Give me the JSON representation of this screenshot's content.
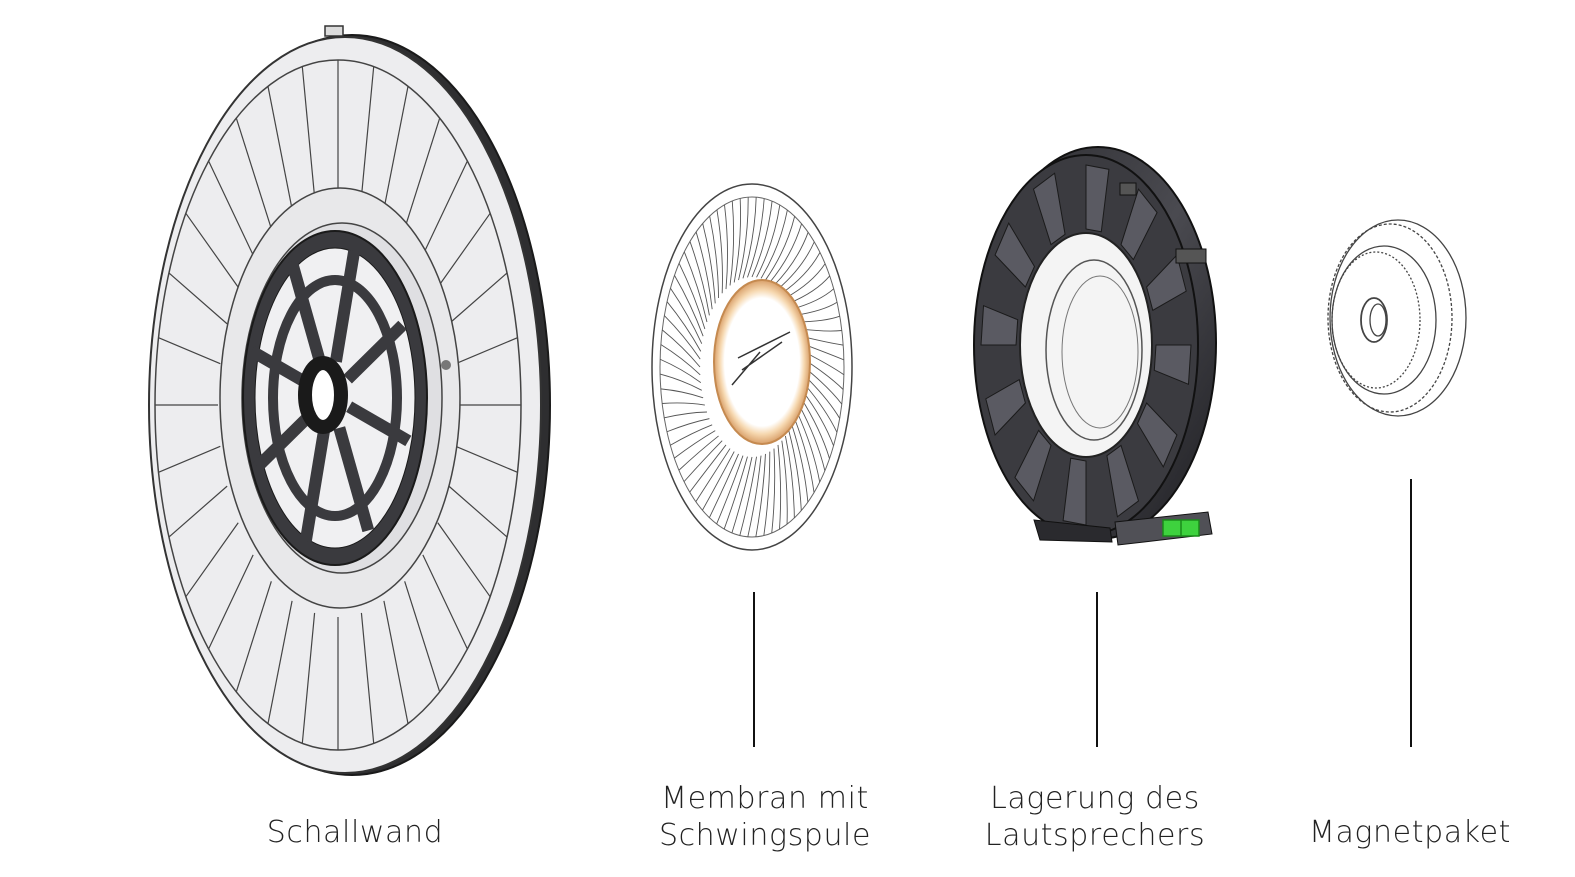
{
  "components": [
    {
      "id": "schallwand",
      "lines": [
        "Schallwand"
      ]
    },
    {
      "id": "membran",
      "lines": [
        "Membran mit",
        "Schwingspule"
      ]
    },
    {
      "id": "lagerung",
      "lines": [
        "Lagerung des",
        "Lautsprechers"
      ]
    },
    {
      "id": "magnet",
      "lines": [
        "Magnetpaket"
      ]
    }
  ],
  "colors": {
    "part_fill": "#ececee",
    "part_line": "#2a2a2a",
    "dark_part": "#3a3a3e",
    "accent_green": "#3ed23e",
    "coil_gold": "#e8b878"
  }
}
